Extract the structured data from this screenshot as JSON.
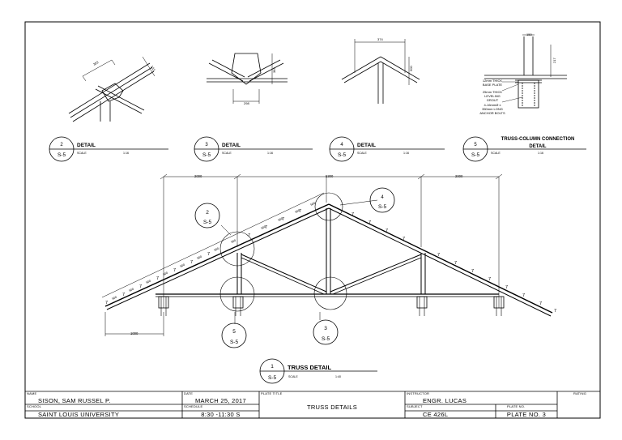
{
  "details": [
    {
      "number": "2",
      "sheet": "S-5",
      "title": "DETAIL",
      "scale_label": "SCALE",
      "scale": "1:16"
    },
    {
      "number": "3",
      "sheet": "S-5",
      "title": "DETAIL",
      "scale_label": "SCALE",
      "scale": "1:16"
    },
    {
      "number": "4",
      "sheet": "S-5",
      "title": "DETAIL",
      "scale_label": "SCALE",
      "scale": "1:16"
    },
    {
      "number": "5",
      "sheet": "S-5",
      "title_line1": "TRUSS-COLUMN CONNECTION",
      "title_line2": "DETAIL",
      "scale_label": "SCALE",
      "scale": "1:16"
    }
  ],
  "detail_dims": {
    "d2_a": "303",
    "d2_b": "133",
    "d3_a": "383",
    "d3_b": "298",
    "d4_a": "374",
    "d4_b": "500",
    "d5_a": "150",
    "d5_b": "217"
  },
  "detail5_notes": [
    "12mm THICK",
    "BASE PLATE",
    "25mm THICK",
    "LEVELING",
    "GROUT",
    "4-16mmØ x",
    "350mm LONG",
    "ANCHOR BOLTS"
  ],
  "truss": {
    "span_dims": [
      "2000",
      "5300",
      "2000"
    ],
    "overhang_dim": "1000",
    "panel_dims": [
      "500",
      "500",
      "500",
      "500",
      "500",
      "500",
      "500",
      "500",
      "500",
      "500",
      "500",
      "500"
    ],
    "purlin_mark": "7",
    "callouts": [
      {
        "number": "2",
        "sheet": "S-5"
      },
      {
        "number": "4",
        "sheet": "S-5"
      },
      {
        "number": "5",
        "sheet": "S-5"
      },
      {
        "number": "3",
        "sheet": "S-5"
      }
    ]
  },
  "main_label": {
    "number": "1",
    "sheet": "S-5",
    "title": "TRUSS DETAIL",
    "scale_label": "SCALE",
    "scale": "1:40"
  },
  "title_block": {
    "name_label": "NAME",
    "name": "SISON, SAM RUSSEL P.",
    "school_label": "SCHOOL",
    "school": "SAINT LOUIS UNIVERSITY",
    "date_label": "DATE",
    "date": "MARCH 25, 2017",
    "schedule_label": "SCHEDULE",
    "schedule": "8:30 -11:30 S",
    "plate_title_label": "PLATE TITLE",
    "plate_title": "TRUSS DETAILS",
    "instructor_label": "INSTRUCTOR",
    "instructor": "ENGR. LUCAS",
    "subject_label": "SUBJECT",
    "subject": "CE 426L",
    "plate_no_label": "PLATE NO.",
    "plate_no": "PLATE NO. 3",
    "rating_label": "RATING"
  }
}
